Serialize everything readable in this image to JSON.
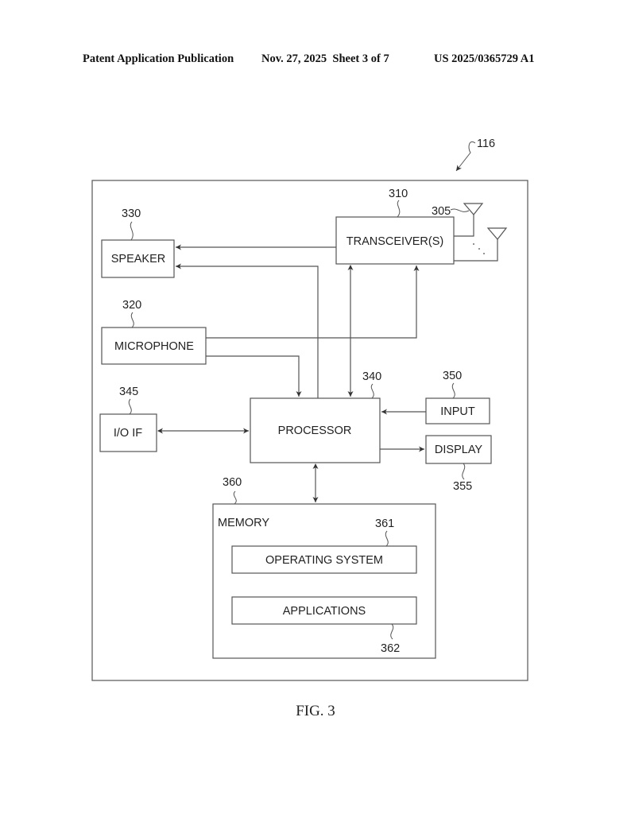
{
  "header": {
    "publication": "Patent Application Publication",
    "date_sheet": "Nov. 27, 2025  Sheet 3 of 7",
    "number": "US 2025/0365729 A1"
  },
  "figure": {
    "caption": "FIG. 3",
    "device_ref": "116",
    "blocks": {
      "transceiver": {
        "label": "TRANSCEIVER(S)",
        "ref": "310"
      },
      "antenna": {
        "ref": "305"
      },
      "speaker": {
        "label": "SPEAKER",
        "ref": "330"
      },
      "microphone": {
        "label": "MICROPHONE",
        "ref": "320"
      },
      "io_if": {
        "label": "I/O IF",
        "ref": "345"
      },
      "processor": {
        "label": "PROCESSOR",
        "ref": "340"
      },
      "input": {
        "label": "INPUT",
        "ref": "350"
      },
      "display": {
        "label": "DISPLAY",
        "ref": "355"
      },
      "memory": {
        "label": "MEMORY",
        "ref": "360"
      },
      "operating_system": {
        "label": "OPERATING SYSTEM",
        "ref": "361"
      },
      "applications": {
        "label": "APPLICATIONS",
        "ref": "362"
      }
    }
  }
}
